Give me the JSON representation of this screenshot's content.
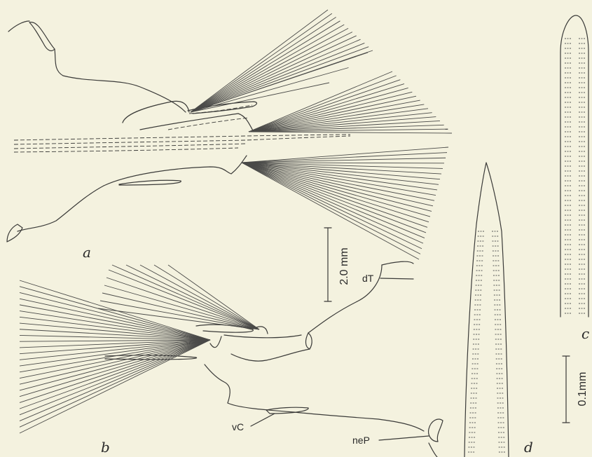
{
  "panels": {
    "a": "a",
    "b": "b",
    "c": "c",
    "d": "d"
  },
  "labels": {
    "dT": "dT",
    "vC": "vC",
    "neP": "neP"
  },
  "scale_bars": {
    "large": "2.0 mm",
    "small": "0.1mm"
  }
}
